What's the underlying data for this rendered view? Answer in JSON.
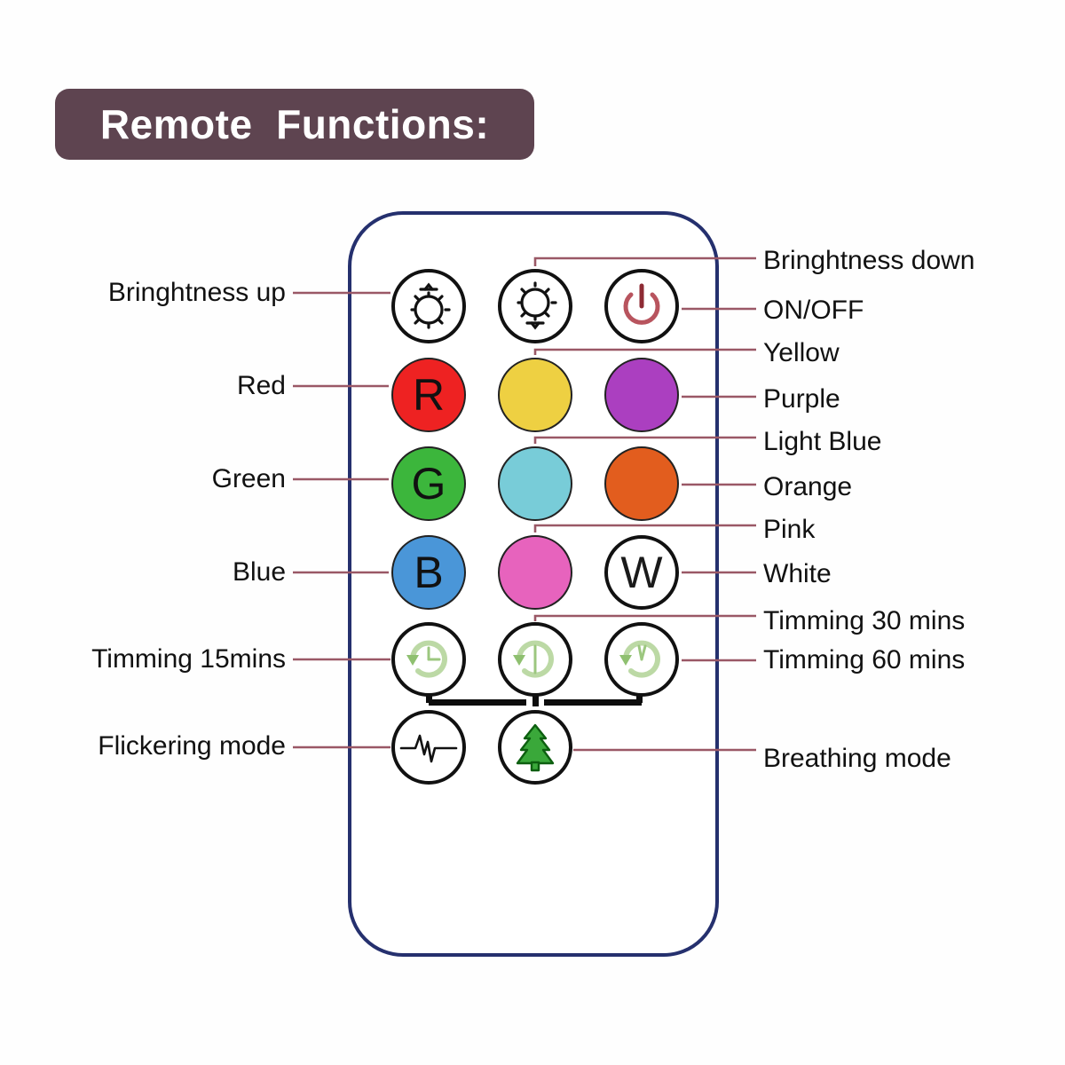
{
  "header": {
    "title": "Remote  Functions:",
    "badge_color": "#5e4450",
    "text_color": "#ffffff"
  },
  "remote": {
    "outline_color": "#25306e",
    "body_color": "#ffffff"
  },
  "leader_line_color": "#9a5866",
  "connector_color": "#0d0d0d",
  "buttons": [
    {
      "id": "brightness-up",
      "icon": "sun-up-icon",
      "label_text": "",
      "fill": "#ffffff",
      "row": 1,
      "col": 1
    },
    {
      "id": "brightness-down",
      "icon": "sun-down-icon",
      "label_text": "",
      "fill": "#ffffff",
      "row": 1,
      "col": 2
    },
    {
      "id": "power",
      "icon": "power-icon",
      "label_text": "",
      "fill": "#ffffff",
      "row": 1,
      "col": 3
    },
    {
      "id": "red",
      "icon": "color-swatch",
      "label_text": "R",
      "fill": "#ee2222",
      "row": 2,
      "col": 1
    },
    {
      "id": "yellow",
      "icon": "color-swatch",
      "label_text": "",
      "fill": "#eed042",
      "row": 2,
      "col": 2
    },
    {
      "id": "purple",
      "icon": "color-swatch",
      "label_text": "",
      "fill": "#ab3fc0",
      "row": 2,
      "col": 3
    },
    {
      "id": "green",
      "icon": "color-swatch",
      "label_text": "G",
      "fill": "#3cb63c",
      "row": 3,
      "col": 1
    },
    {
      "id": "light-blue",
      "icon": "color-swatch",
      "label_text": "",
      "fill": "#78ccd8",
      "row": 3,
      "col": 2
    },
    {
      "id": "orange",
      "icon": "color-swatch",
      "label_text": "",
      "fill": "#e25d1e",
      "row": 3,
      "col": 3
    },
    {
      "id": "blue",
      "icon": "color-swatch",
      "label_text": "B",
      "fill": "#4a96d8",
      "row": 4,
      "col": 1
    },
    {
      "id": "pink",
      "icon": "color-swatch",
      "label_text": "",
      "fill": "#e763bd",
      "row": 4,
      "col": 2
    },
    {
      "id": "white",
      "icon": "color-swatch",
      "label_text": "W",
      "fill": "#ffffff",
      "row": 4,
      "col": 3
    },
    {
      "id": "timer-15",
      "icon": "clock-15-icon",
      "label_text": "",
      "fill": "#ffffff",
      "row": 5,
      "col": 1
    },
    {
      "id": "timer-30",
      "icon": "clock-30-icon",
      "label_text": "",
      "fill": "#ffffff",
      "row": 5,
      "col": 2
    },
    {
      "id": "timer-60",
      "icon": "clock-60-icon",
      "label_text": "",
      "fill": "#ffffff",
      "row": 5,
      "col": 3
    },
    {
      "id": "flicker",
      "icon": "pulse-wave-icon",
      "label_text": "",
      "fill": "#ffffff",
      "row": 6,
      "col": 1
    },
    {
      "id": "breathing",
      "icon": "pine-tree-icon",
      "label_text": "",
      "fill": "#ffffff",
      "row": 6,
      "col": 2
    }
  ],
  "button_letters": {
    "red": "R",
    "green": "G",
    "blue": "B",
    "white": "W"
  },
  "callouts_left": [
    {
      "id": "brightness-up",
      "text": "Bringhtness up"
    },
    {
      "id": "red",
      "text": "Red"
    },
    {
      "id": "green",
      "text": "Green"
    },
    {
      "id": "blue",
      "text": "Blue"
    },
    {
      "id": "timer-15",
      "text": "Timming 15mins"
    },
    {
      "id": "flicker",
      "text": "Flickering mode"
    }
  ],
  "callouts_right": [
    {
      "id": "brightness-down",
      "text": "Bringhtness down"
    },
    {
      "id": "power",
      "text": "ON/OFF"
    },
    {
      "id": "yellow",
      "text": "Yellow"
    },
    {
      "id": "purple",
      "text": "Purple"
    },
    {
      "id": "light-blue",
      "text": "Light Blue"
    },
    {
      "id": "orange",
      "text": "Orange"
    },
    {
      "id": "pink",
      "text": "Pink"
    },
    {
      "id": "white",
      "text": "White"
    },
    {
      "id": "timer-30",
      "text": "Timming 30 mins"
    },
    {
      "id": "timer-60",
      "text": "Timming 60 mins"
    },
    {
      "id": "breathing",
      "text": "Breathing mode"
    }
  ],
  "colors": {
    "red": "#ee2222",
    "yellow": "#eed042",
    "purple": "#ab3fc0",
    "green": "#3cb63c",
    "light_blue": "#78ccd8",
    "orange": "#e25d1e",
    "blue": "#4a96d8",
    "pink": "#e763bd",
    "white": "#ffffff",
    "timer_green": "#bcd9a5",
    "tree_green": "#3aa83a",
    "power_red": "#b8545e"
  }
}
